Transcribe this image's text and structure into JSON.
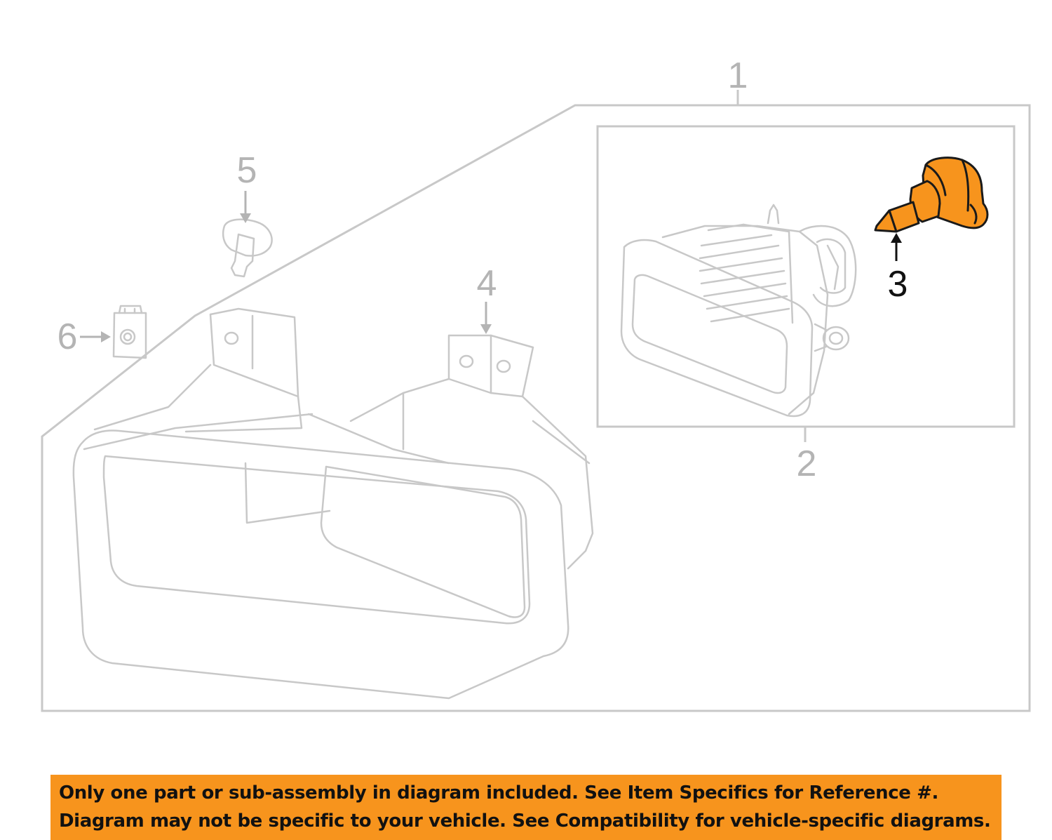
{
  "colors": {
    "outline": "#c8c8c8",
    "callout_gray": "#b4b4b4",
    "highlight_part": "#f7941d",
    "highlight_stroke": "#1a1a1a",
    "notice_background": "#f7941d",
    "notice_text": "#111111"
  },
  "diagram": {
    "callouts": [
      {
        "id": "1",
        "label": "1",
        "highlighted": false
      },
      {
        "id": "2",
        "label": "2",
        "highlighted": false
      },
      {
        "id": "3",
        "label": "3",
        "highlighted": true
      },
      {
        "id": "4",
        "label": "4",
        "highlighted": false
      },
      {
        "id": "5",
        "label": "5",
        "highlighted": false
      },
      {
        "id": "6",
        "label": "6",
        "highlighted": false
      }
    ]
  },
  "notice": {
    "line1": "Only one part or sub-assembly in diagram included. See Item Specifics for Reference #.",
    "line2": "Diagram may not be specific to your vehicle. See Compatibility for vehicle-specific diagrams."
  }
}
